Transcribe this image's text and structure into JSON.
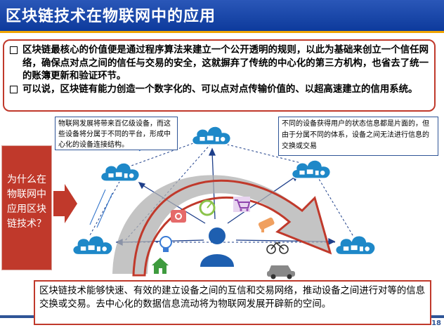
{
  "title": "区块链技术在物联网中的应用",
  "bullets": [
    "区块链最核心的价值便是通过程序算法来建立一个公开透明的规则，以此为基础来创立一个信任网络，确保点对点之间的信任与交易的安全，这就摒弃了传统的中心化的第三方机构，也省去了统一的账簿更新和验证环节。",
    "可以说，区块链有能力创造一个数字化的、可以点对点传输价值的、以超高速建立的信用系统。"
  ],
  "question": "为什么在物联网中应用区块链技术？",
  "note_left": "物联网发展将带来百亿级设备，而这些设备将分属于不同的平台，形成中心化的设备连接结构。",
  "note_right": "不同的设备获得用户的状态信息都是片面的，但由于分属不同的体系，设备之间无法进行信息的交换或交易",
  "conclusion": "区块链技术能够快速、有效的建立设备之间的互信和交易网络，推动设备之间进行对等的信息交换或交易。去中心化的数据信息流动将为物联网发展开辟新的空间。",
  "page_number": "18",
  "icons": [
    "cloud-icon",
    "camera-icon",
    "gauge-icon",
    "shopping-cart-icon",
    "bulb-icon",
    "house-icon",
    "person-icon",
    "security-camera-icon",
    "bicycle-icon",
    "car-icon"
  ],
  "colors": {
    "title_bg": "#1a4aa8",
    "accent": "#c0392b",
    "cloud": "#1e88c8",
    "arrow": "#c0392b"
  }
}
